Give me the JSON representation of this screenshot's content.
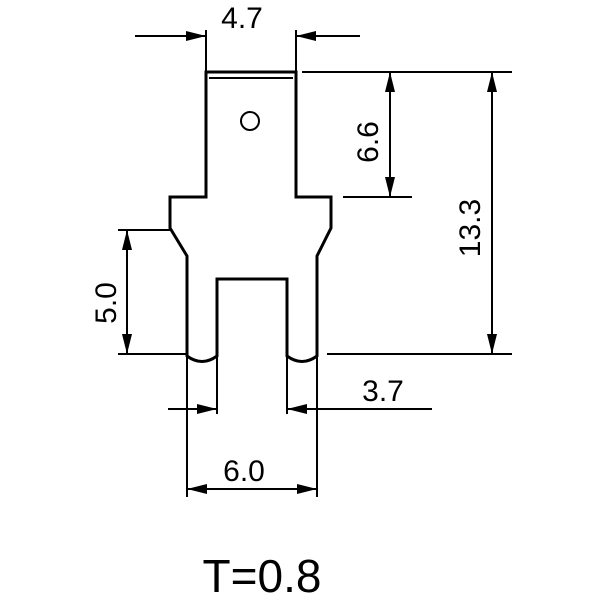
{
  "dimensions": {
    "top_width": "4.7",
    "upper_height": "6.6",
    "total_height": "13.3",
    "fork_height": "5.0",
    "gap_width": "3.7",
    "bottom_width": "6.0"
  },
  "thickness_note": "T=0.8",
  "colors": {
    "line": "#000000",
    "background": "#ffffff"
  }
}
